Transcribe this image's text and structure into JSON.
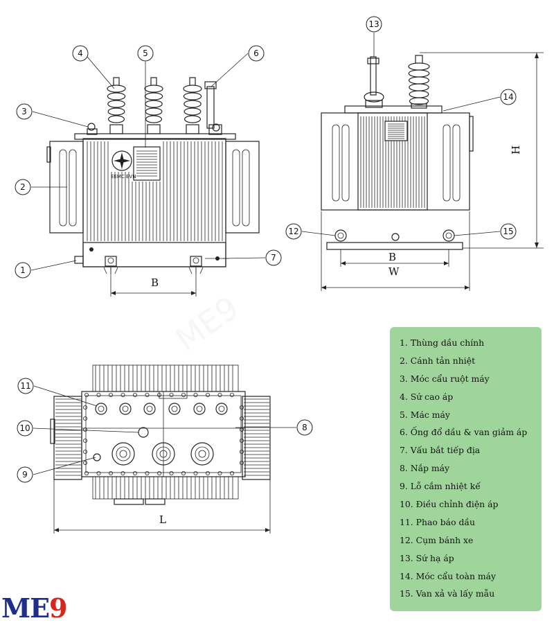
{
  "callouts": [
    "1",
    "2",
    "3",
    "4",
    "5",
    "6",
    "7",
    "8",
    "9",
    "10",
    "11",
    "12",
    "13",
    "14",
    "15"
  ],
  "dimensions": {
    "front_b": "B",
    "side_b": "B",
    "side_w": "W",
    "height": "H",
    "length": "L"
  },
  "nameplate_text": "EEMC.EVN",
  "legend": [
    "1.  Thùng dầu chính",
    "2.  Cánh tản nhiệt",
    "3.  Móc cẩu ruột máy",
    "4.  Sứ cao áp",
    "5.  Mác máy",
    "6.  Ống đổ dầu & van giảm áp",
    "7.  Vấu bắt tiếp địa",
    "8.  Nắp máy",
    "9.  Lỗ cắm nhiệt kế",
    "10. Điều chỉnh điện áp",
    "11. Phao báo dầu",
    "12. Cụm bánh xe",
    "13. Sứ hạ áp",
    "14. Móc cẩu toàn máy",
    "15. Van xả và lấy mẫu"
  ],
  "logo": {
    "letters": "ME",
    "digit": "9"
  },
  "colors": {
    "legend_bg": "#9fd49a",
    "logo_blue": "#1d2f8a",
    "logo_red": "#d8261c"
  }
}
